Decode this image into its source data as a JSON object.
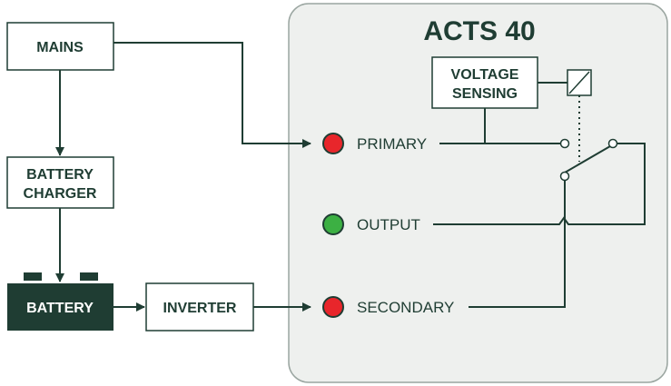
{
  "device": {
    "title": "ACTS 40"
  },
  "blocks": {
    "mains": "MAINS",
    "charger_line1": "BATTERY",
    "charger_line2": "CHARGER",
    "battery": "BATTERY",
    "inverter": "INVERTER",
    "sensing_line1": "VOLTAGE",
    "sensing_line2": "SENSING"
  },
  "ports": [
    {
      "label": "PRIMARY",
      "status": "red"
    },
    {
      "label": "OUTPUT",
      "status": "green"
    },
    {
      "label": "SECONDARY",
      "status": "red"
    }
  ],
  "colors": {
    "dark_green": "#1f3d33",
    "panel_fill": "#eef0ee",
    "panel_border": "#9aa5a0",
    "led_red": "#e8262b",
    "led_green": "#3cb043"
  }
}
